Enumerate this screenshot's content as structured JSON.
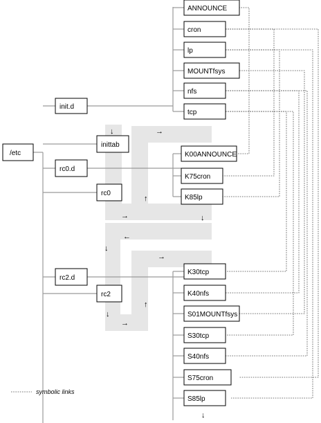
{
  "root": {
    "label": "/etc"
  },
  "dirs": {
    "init_d": "init.d",
    "inittab": "inittab",
    "rc0_d": "rc0.d",
    "rc0": "rc0",
    "rc2_d": "rc2.d",
    "rc2": "rc2"
  },
  "init_d_scripts": [
    "ANNOUNCE",
    "cron",
    "lp",
    "MOUNTfsys",
    "nfs",
    "tcp"
  ],
  "rc0_d_links": [
    "K00ANNOUNCE",
    "K75cron",
    "K85lp"
  ],
  "rc2_d_links": [
    "K30tcp",
    "K40nfs",
    "S01MOUNTfsys",
    "S30tcp",
    "S40nfs",
    "S75cron",
    "S85lp"
  ],
  "arrows": {
    "down": "↓",
    "up": "↑",
    "right": "→",
    "left": "←"
  },
  "legend": {
    "label": "symbolic links"
  },
  "colors": {
    "tree_line": "#9a9a9a",
    "flow_band": "#e6e6e6",
    "box_border": "#000000"
  }
}
